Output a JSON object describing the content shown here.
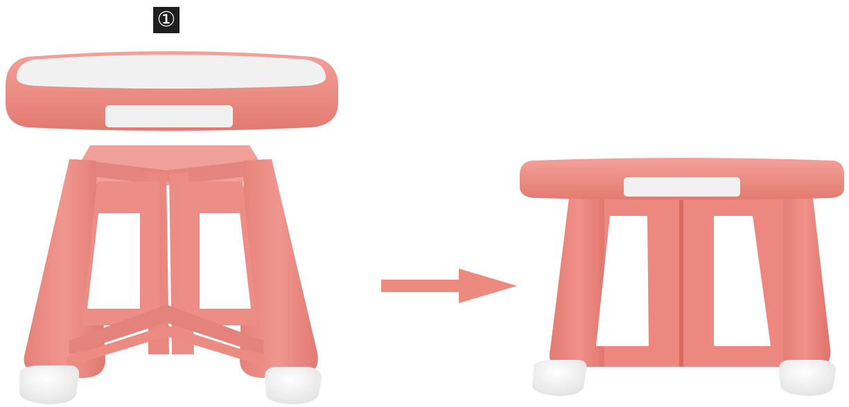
{
  "step": {
    "marker": "①"
  },
  "colors": {
    "body": "#ee8a80",
    "body_dark": "#dc6f66",
    "body_light": "#f6a39b",
    "cap": "#ffffff",
    "cap_shade": "#e4e4e4",
    "seat_top": "#f1f1f1"
  },
  "illustrations": [
    {
      "name": "stool-disassembled",
      "parts": [
        "seat",
        "leg-frame",
        "foot-caps"
      ]
    },
    {
      "name": "stool-assembled",
      "parts": [
        "seat",
        "leg-frame",
        "foot-caps"
      ]
    }
  ],
  "arrow": {
    "icon": "right-arrow-icon"
  }
}
